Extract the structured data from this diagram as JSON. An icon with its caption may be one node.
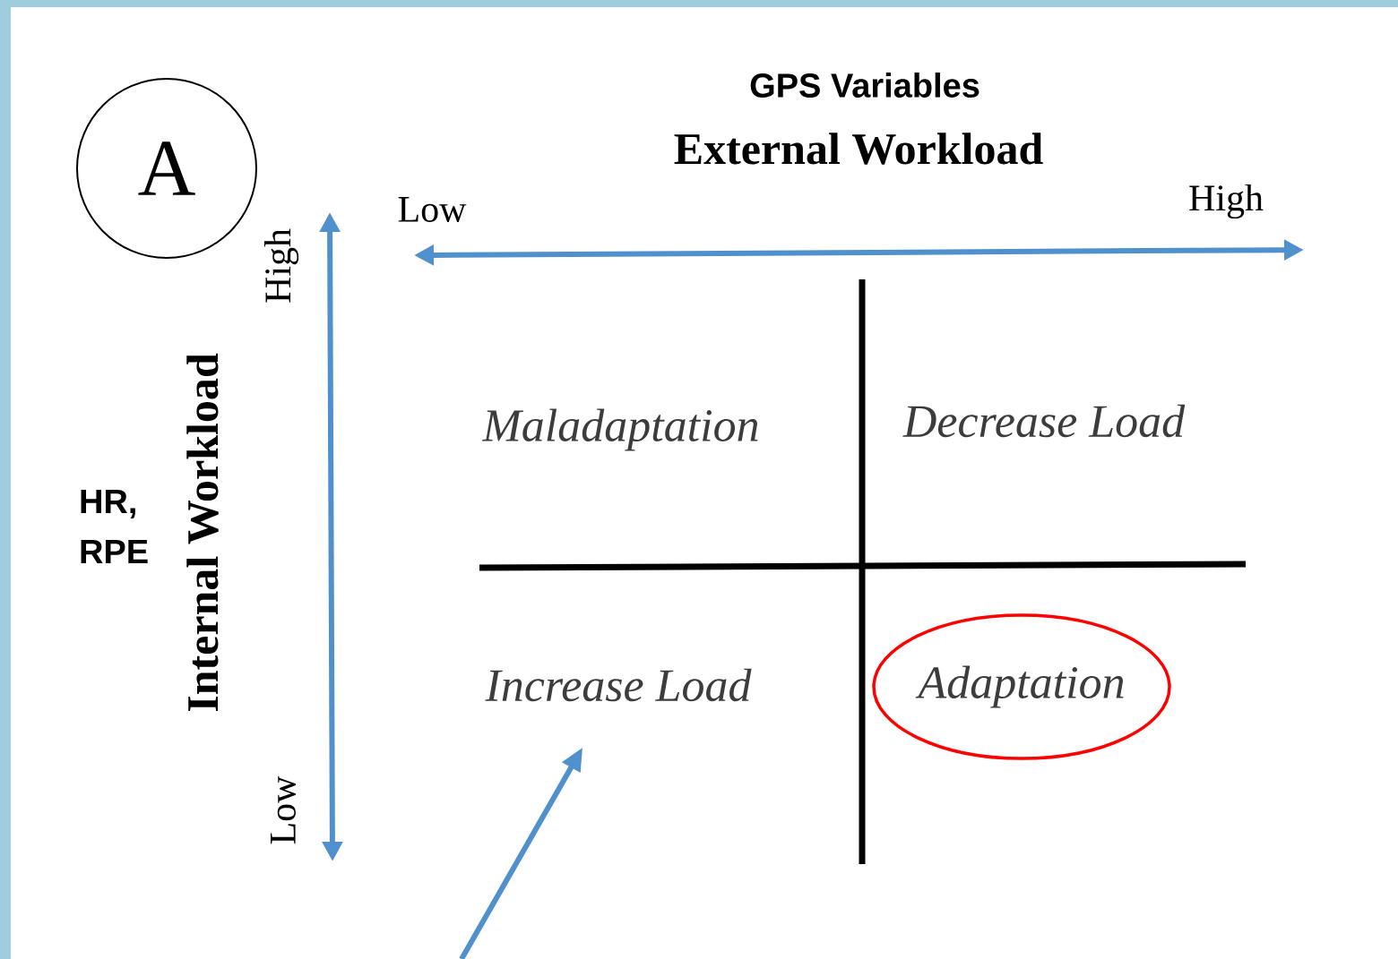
{
  "diagram": {
    "nodes": [
      {
        "text": [
          "A"
        ]
      },
      {
        "text": [
          "Maladaptation"
        ]
      },
      {
        "text": [
          "Decrease Load"
        ]
      },
      {
        "text": [
          "Increase Load"
        ]
      },
      {
        "text": [
          "Adaptation"
        ]
      }
    ],
    "edges": [
      {
        "from": null,
        "to": 3,
        "arrow": "to"
      }
    ],
    "labels": [
      "GPS Variables",
      "External Workload",
      "Low",
      "High",
      "High",
      "Internal Workload",
      "HR, RPE",
      "Low"
    ]
  }
}
